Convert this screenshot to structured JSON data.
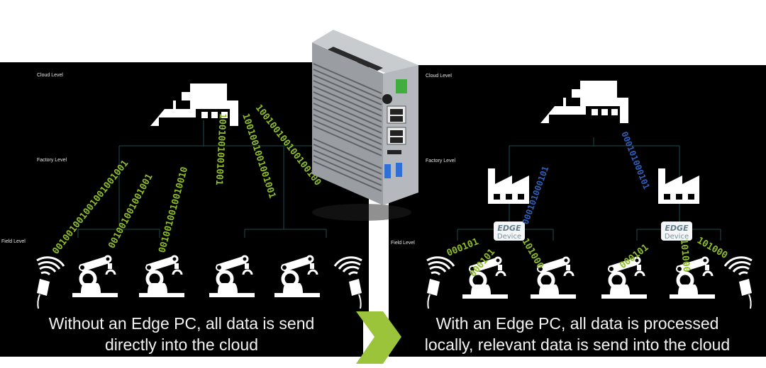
{
  "left": {
    "levels": {
      "cloud": "Cloud Level",
      "factory": "Factory Level",
      "field": "Field Level"
    },
    "caption_line1": "Without an Edge PC, all data is send",
    "caption_line2": "directly into the cloud",
    "streams": [
      "001001001001001001001",
      "001001001001001",
      "0010010010010010",
      "1001001001001",
      "1001001001001001",
      "100100100100100100"
    ]
  },
  "right": {
    "levels": {
      "cloud": "Cloud Level",
      "factory": "Factory Level",
      "field": "Field Level"
    },
    "caption_line1": "With an Edge PC, all data is processed",
    "caption_line2": "locally, relevant data is send into the cloud",
    "edge_device": {
      "title": "EDGE",
      "subtitle": "Device"
    },
    "cloud_streams": [
      "000101000101",
      "000101000101"
    ],
    "field_streams": [
      "000101",
      "000101",
      "101000",
      "000101",
      "101000",
      "101000"
    ]
  },
  "colors": {
    "binary_green": "#8dbb2a",
    "binary_blue": "#2f5fb8",
    "arrow_green": "#9cc43a",
    "panel": "#000000"
  },
  "icons": [
    "cloud-icon",
    "factory-icon",
    "robot-arm-icon",
    "wireless-sensor-icon",
    "edge-pc-device",
    "chevron-right-icon"
  ]
}
